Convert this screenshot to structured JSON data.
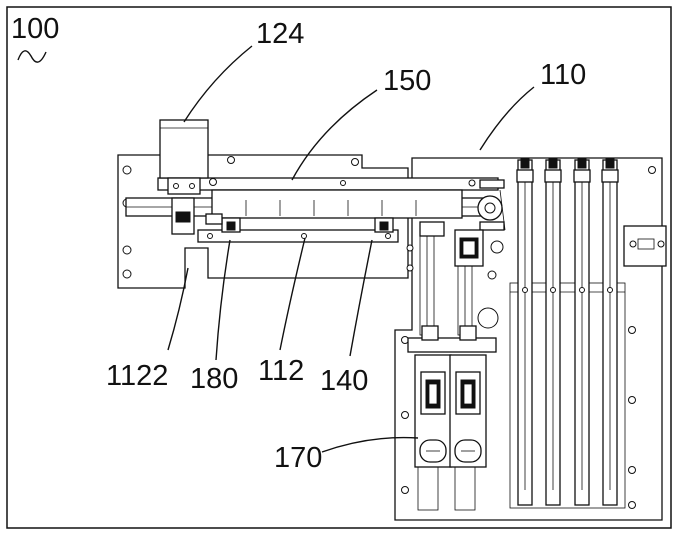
{
  "figure": {
    "labels": {
      "assembly": "100",
      "motor": "124",
      "belt_rail": "150",
      "base_plate": "110",
      "side_bracket": "1122",
      "slider": "180",
      "carriage_plate": "112",
      "guide": "140",
      "gripper_module": "170"
    },
    "colors": {
      "line": "#111111",
      "background": "#ffffff"
    }
  }
}
